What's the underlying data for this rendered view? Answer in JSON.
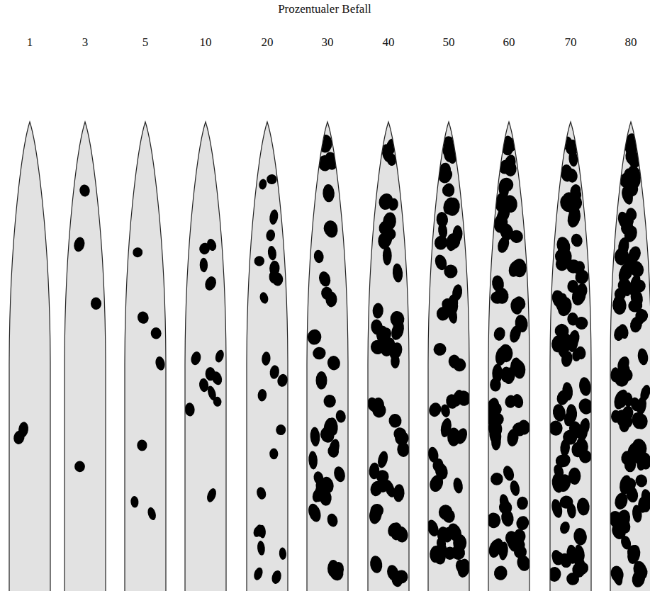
{
  "diagram": {
    "title": "Prozentualer Befall",
    "labels": [
      "1",
      "3",
      "5",
      "10",
      "20",
      "30",
      "40",
      "50",
      "60",
      "70",
      "80"
    ]
  }
}
